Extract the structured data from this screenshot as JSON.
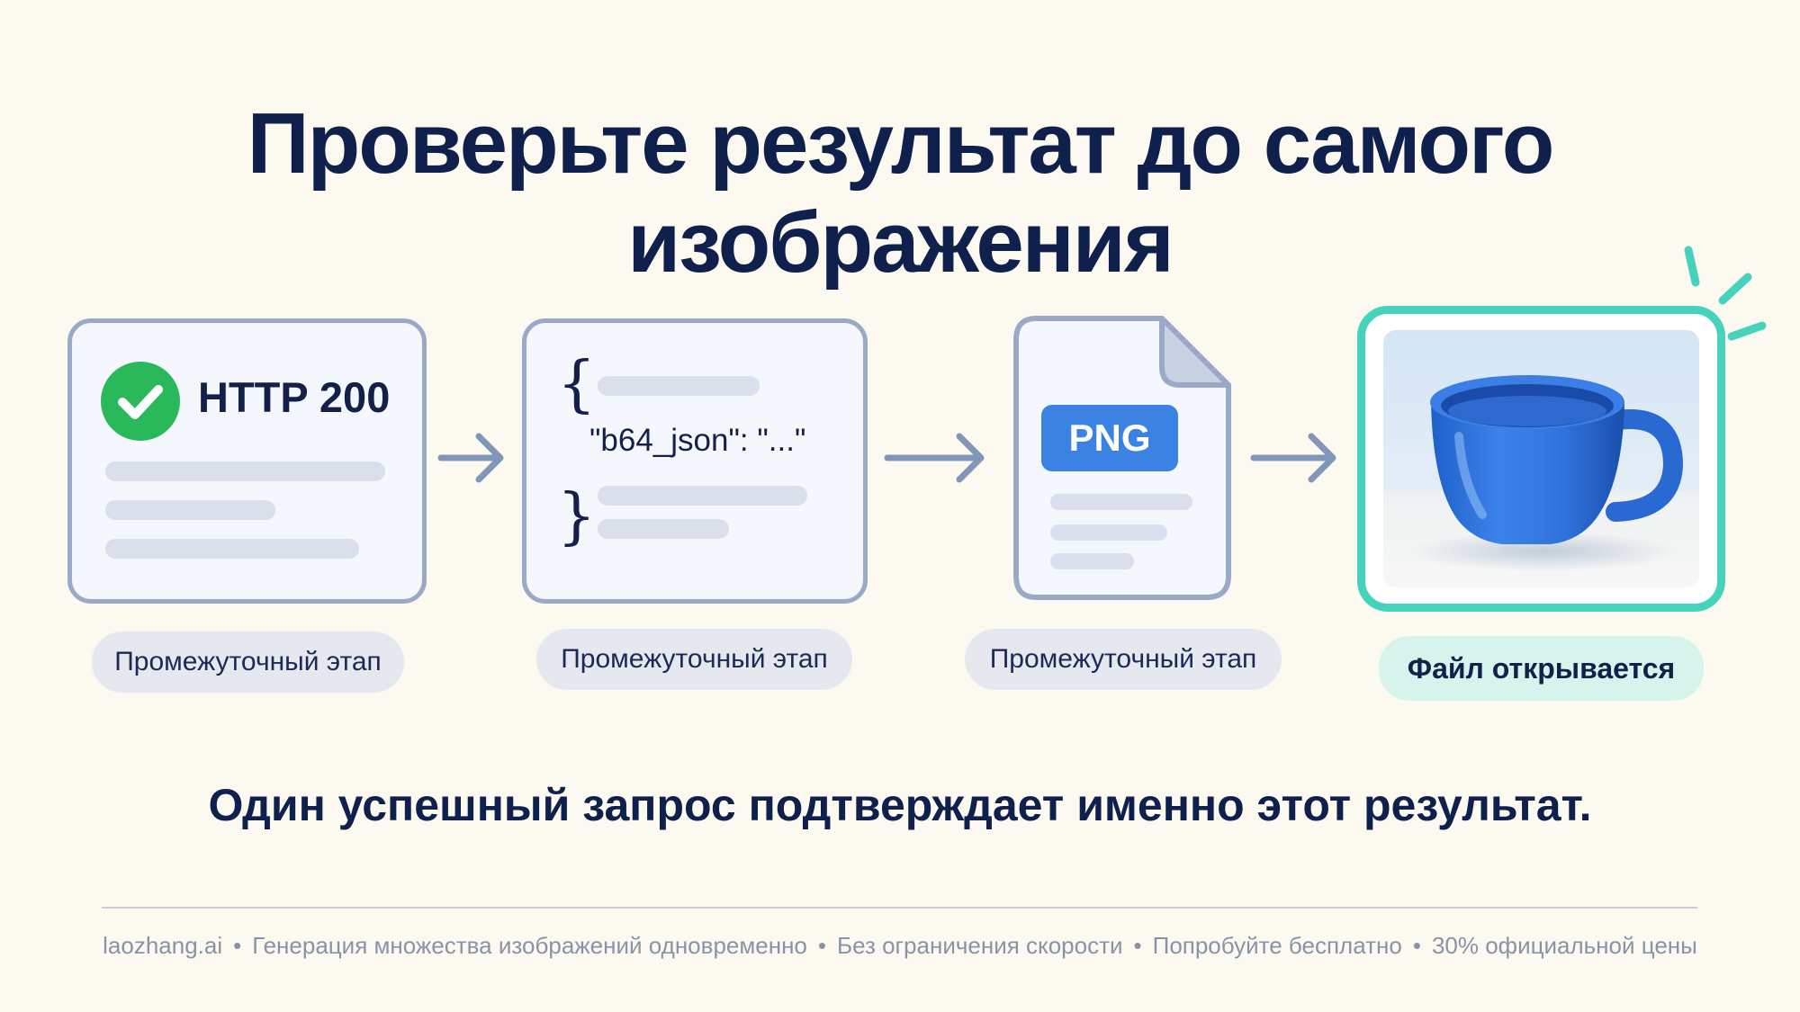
{
  "title": "Проверьте результат до самого изображения",
  "steps": [
    {
      "card_text": "HTTP 200",
      "icon": "check-circle-icon",
      "label": "Промежуточный этап"
    },
    {
      "card_text": "\"b64_json\": \"...\"",
      "brace_open": "{",
      "brace_close": "}",
      "label": "Промежуточный этап"
    },
    {
      "card_text": "PNG",
      "icon": "file-icon",
      "label": "Промежуточный этап"
    },
    {
      "icon": "blue-cup-image",
      "label": "Файл открывается"
    }
  ],
  "subtitle": "Один успешный запрос подтверждает именно этот результат.",
  "footer": [
    "laozhang.ai",
    "Генерация множества изображений одновременно",
    "Без ограничения скорости",
    "Попробуйте бесплатно",
    "30% официальной цены"
  ],
  "footer_separator": "•",
  "colors": {
    "title": "#10204d",
    "card_border": "#9aaac6",
    "success_green": "#29b95a",
    "png_blue": "#3b82e3",
    "accent_teal": "#45d3bb",
    "final_pill": "#d7f4ec",
    "pill": "#e5e8ef"
  }
}
